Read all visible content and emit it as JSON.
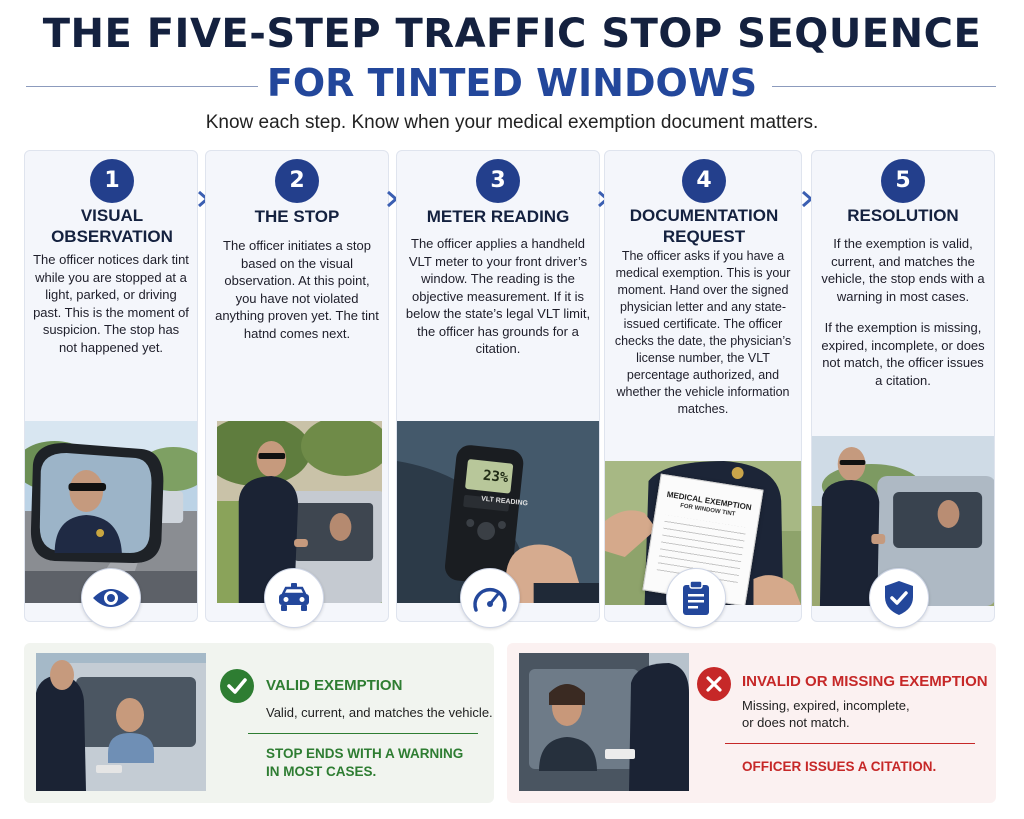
{
  "header": {
    "title_line1": "THE FIVE-STEP TRAFFIC STOP SEQUENCE",
    "title_line2": "FOR TINTED WINDOWS",
    "subtitle": "Know each step. Know when your medical exemption document matters."
  },
  "steps": [
    {
      "number": "1",
      "title": "VISUAL OBSERVATION",
      "body": "The officer notices dark tint while you are stopped at a light, parked, or driving past. This is the moment of suspicion. The stop has not happened yet.",
      "icon": "eye-icon"
    },
    {
      "number": "2",
      "title": "THE STOP",
      "body": "The officer initiates a stop based on the visual observation. At this point, you have not violated anything proven yet. The tint hatnd comes next.",
      "icon": "police-car-icon"
    },
    {
      "number": "3",
      "title": "METER READING",
      "body": "The officer applies a handheld VLT meter to your front driver’s window. The reading is the objective measurement. If it is below the state’s legal VLT limit, the officer has grounds for a citation.",
      "icon": "speedometer-icon",
      "meter_value": "23%",
      "meter_label": "VLT READING"
    },
    {
      "number": "4",
      "title": "DOCUMENTATION REQUEST",
      "body": "The officer asks if you have a medical exemption. This is your moment. Hand over the signed physician letter and any state-issued certificate. The officer checks the date, the physician’s license number, the VLT percentage authorized, and whether the vehicle information matches.",
      "icon": "clipboard-icon",
      "document_title": "MEDICAL EXEMPTION",
      "document_subtitle": "FOR WINDOW TINT"
    },
    {
      "number": "5",
      "title": "RESOLUTION",
      "body_p1": "If the exemption is valid, current, and matches the vehicle, the stop ends with a warning in most cases.",
      "body_p2": "If the exemption is missing, expired, incomplete, or does not match, the officer issues a citation.",
      "icon": "shield-check-icon"
    }
  ],
  "outcomes": {
    "valid": {
      "title": "VALID EXEMPTION",
      "description": "Valid, current, and matches the vehicle.",
      "result_line1": "STOP ENDS WITH A WARNING",
      "result_line2": "IN MOST CASES.",
      "icon": "check-icon",
      "color": "#2e7d32"
    },
    "invalid": {
      "title": "INVALID OR MISSING EXEMPTION",
      "description_line1": "Missing, expired, incomplete,",
      "description_line2": "or does not match.",
      "result": "OFFICER ISSUES A CITATION.",
      "icon": "x-icon",
      "color": "#c62828"
    }
  },
  "colors": {
    "navy": "#14213f",
    "blue": "#23479b",
    "badge": "#233f8c"
  }
}
